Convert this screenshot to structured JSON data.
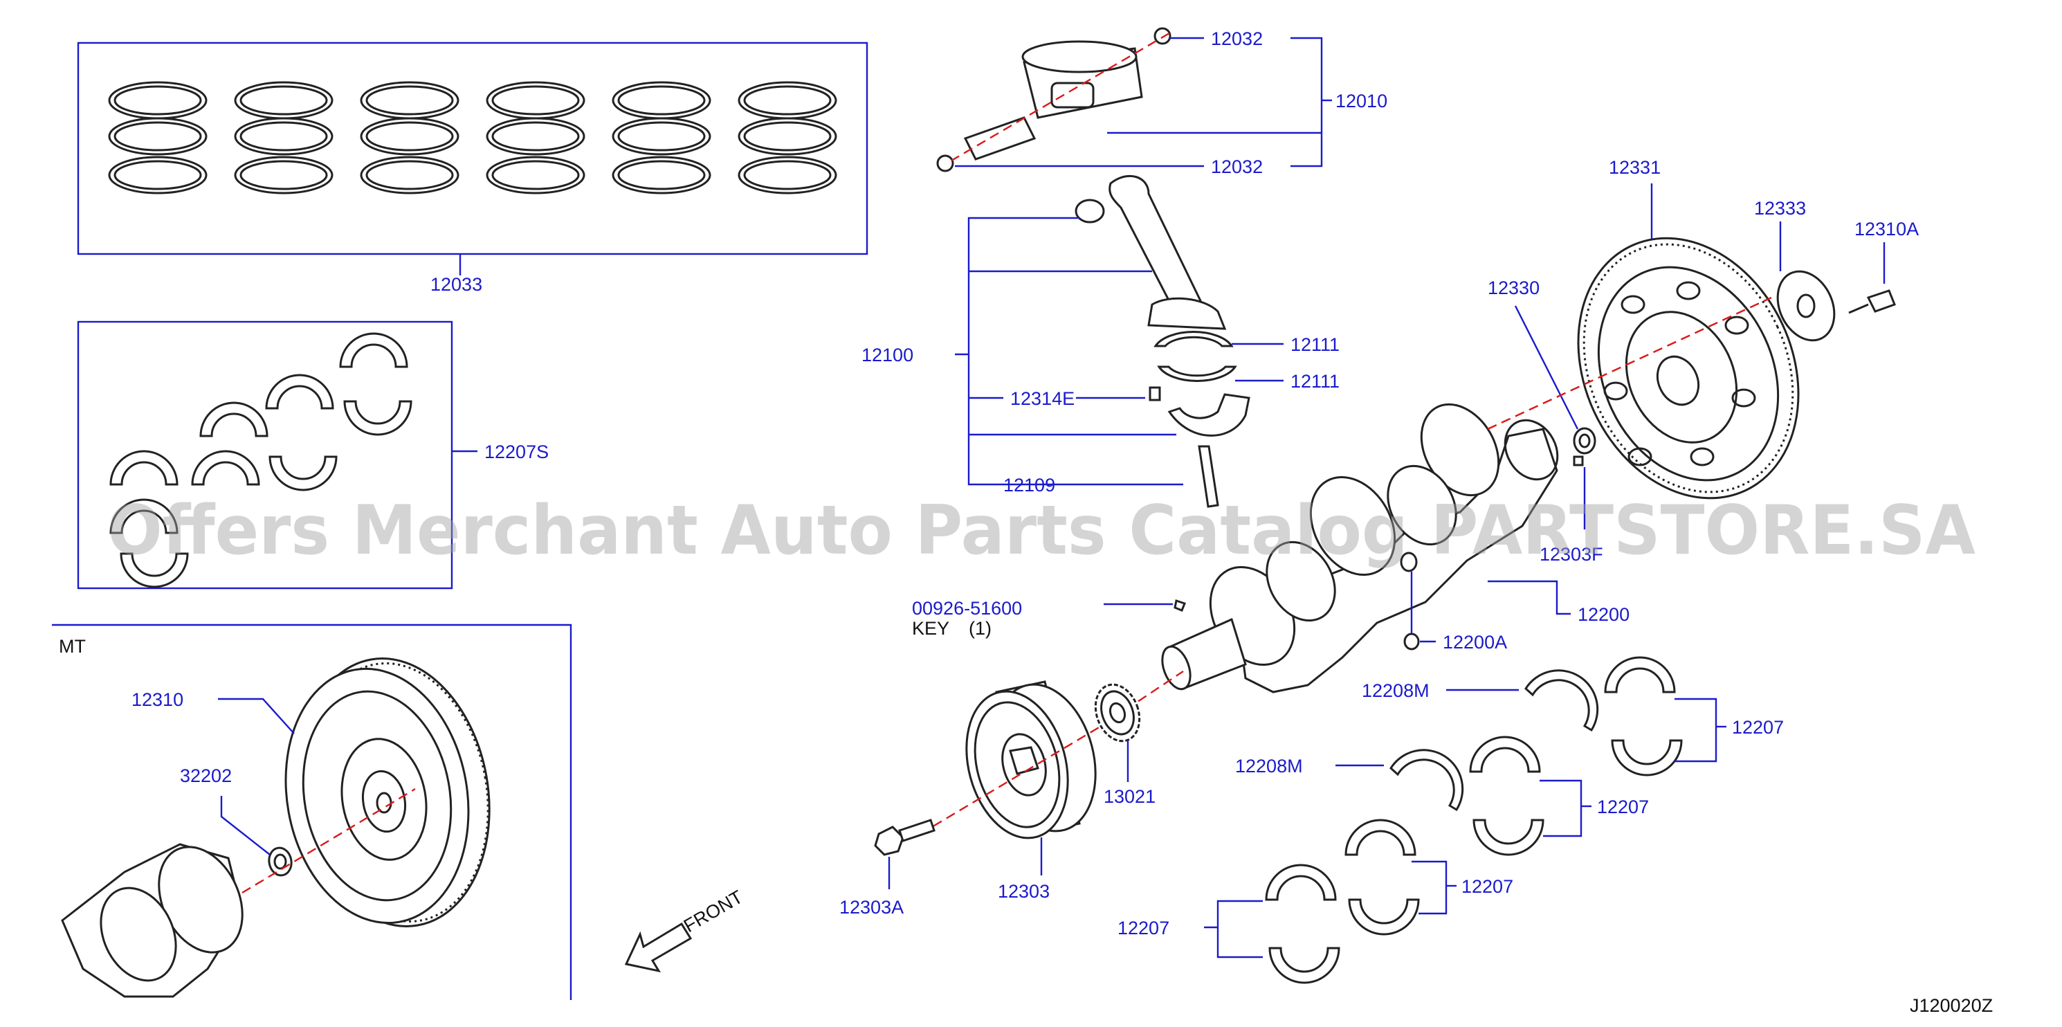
{
  "labels": {
    "p12033": "12033",
    "p12032a": "12032",
    "p12010": "12010",
    "p12032b": "12032",
    "p12100": "12100",
    "p12111a": "12111",
    "p12111b": "12111",
    "p12314E": "12314E",
    "p12109": "12109",
    "p12207S": "12207S",
    "p12331": "12331",
    "p12333": "12333",
    "p12310A": "12310A",
    "p12330": "12330",
    "p12303F": "12303F",
    "p00926": "00926-51600",
    "key": "KEY",
    "key_qty": "(1)",
    "p12200": "12200",
    "p12200A": "12200A",
    "p12208Ma": "12208M",
    "p12208Mb": "12208M",
    "p12207a": "12207",
    "p12207b": "12207",
    "p12207c": "12207",
    "p12207d": "12207",
    "p13021": "13021",
    "p12303": "12303",
    "p12303A": "12303A",
    "mt": "MT",
    "p12310": "12310",
    "p32202": "32202",
    "front": "FRONT",
    "diagram_code": "J120020Z"
  },
  "watermark": "Offers Merchant Auto Parts Catalog PARTSTORE.SA",
  "colors": {
    "label": "#1a1acc",
    "axis": "#d91a1a",
    "parts": "#222222",
    "watermark": "#a0a0a0"
  }
}
